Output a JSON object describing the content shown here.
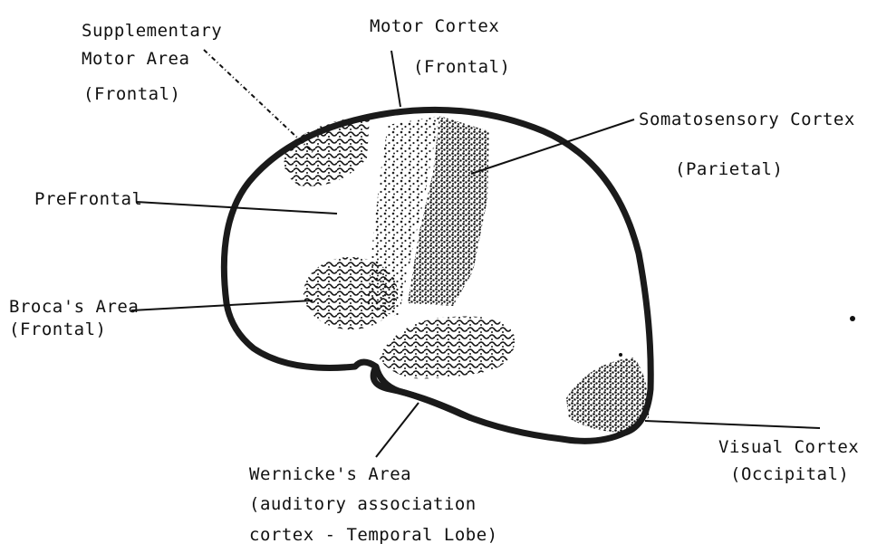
{
  "diagram": {
    "labels": {
      "supplementary_motor_1": "Supplementary",
      "supplementary_motor_2": "Motor Area",
      "supplementary_motor_3": "(Frontal)",
      "motor_cortex_1": "Motor Cortex",
      "motor_cortex_2": "(Frontal)",
      "somatosensory_1": "Somatosensory Cortex",
      "somatosensory_2": "(Parietal)",
      "prefrontal": "PreFrontal",
      "broca_1": "Broca's Area",
      "broca_2": "(Frontal)",
      "wernicke_1": "Wernicke's Area",
      "wernicke_2": "(auditory association",
      "wernicke_3": "cortex - Temporal Lobe)",
      "visual_1": "Visual Cortex",
      "visual_2": "(Occipital)"
    }
  }
}
